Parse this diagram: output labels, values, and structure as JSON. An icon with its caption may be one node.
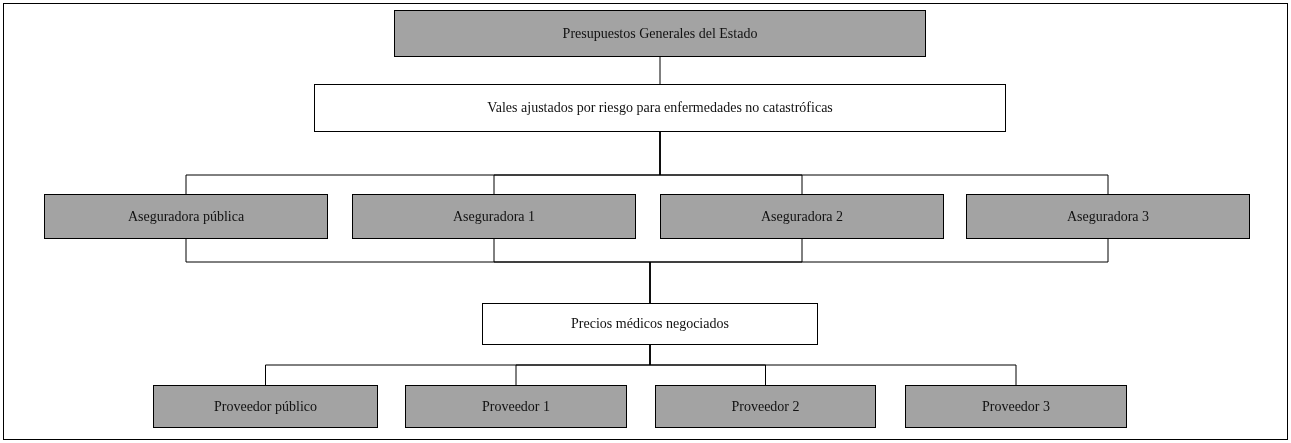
{
  "diagram": {
    "nodes": [
      {
        "text": [
          "Presupuestos Generales del Estado"
        ]
      },
      {
        "text": [
          "Vales ajustados por riesgo para enfermedades no catastróficas"
        ]
      },
      {
        "text": [
          "Aseguradora pública"
        ]
      },
      {
        "text": [
          "Aseguradora 1"
        ]
      },
      {
        "text": [
          "Aseguradora 2"
        ]
      },
      {
        "text": [
          "Aseguradora 3"
        ]
      },
      {
        "text": [
          "Precios médicos negociados"
        ]
      },
      {
        "text": [
          "Proveedor público"
        ]
      },
      {
        "text": [
          "Proveedor 1"
        ]
      },
      {
        "text": [
          "Proveedor 2"
        ]
      },
      {
        "text": [
          "Proveedor 3"
        ]
      }
    ],
    "edges": [
      {
        "from": 0,
        "to": 1,
        "arrow": "none"
      },
      {
        "from": 1,
        "to": 2,
        "arrow": "none"
      },
      {
        "from": 1,
        "to": 3,
        "arrow": "none"
      },
      {
        "from": 1,
        "to": 4,
        "arrow": "none"
      },
      {
        "from": 1,
        "to": 5,
        "arrow": "none"
      },
      {
        "from": 2,
        "to": 6,
        "arrow": "none"
      },
      {
        "from": 3,
        "to": 6,
        "arrow": "none"
      },
      {
        "from": 4,
        "to": 6,
        "arrow": "none"
      },
      {
        "from": 5,
        "to": 6,
        "arrow": "none"
      },
      {
        "from": 6,
        "to": 7,
        "arrow": "none"
      },
      {
        "from": 6,
        "to": 8,
        "arrow": "none"
      },
      {
        "from": 6,
        "to": 9,
        "arrow": "none"
      },
      {
        "from": 6,
        "to": 10,
        "arrow": "none"
      }
    ]
  }
}
